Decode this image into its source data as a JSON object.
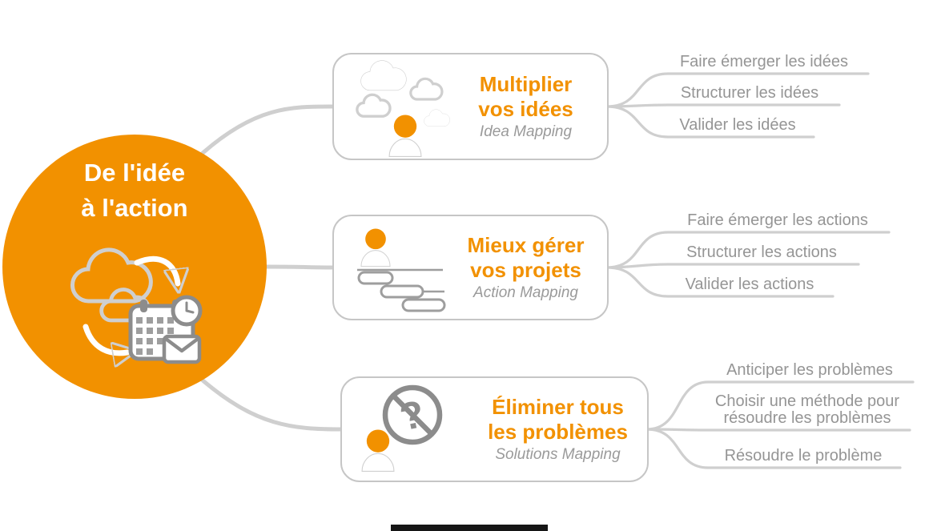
{
  "colors": {
    "accent": "#F29100",
    "leaf_text_gray": "#959595",
    "line_gray": "#cfcfcf",
    "icon_gray": "#8c8c8c"
  },
  "root": {
    "title": "De l'idée\nà l'action"
  },
  "branches": [
    {
      "title": "Multiplier\nvos idées",
      "subtitle": "Idea Mapping",
      "icon": "clouds-person-icon",
      "leaves": [
        "Faire émerger les idées",
        "Structurer les idées",
        "Valider les idées"
      ]
    },
    {
      "title": "Mieux gérer\nvos projets",
      "subtitle": "Action Mapping",
      "icon": "person-gantt-icon",
      "leaves": [
        "Faire émerger les actions",
        "Structurer les actions",
        "Valider les actions"
      ]
    },
    {
      "title": "Éliminer tous\nles problèmes",
      "subtitle": "Solutions Mapping",
      "icon": "person-no-problem-icon",
      "leaves": [
        "Anticiper les problèmes",
        "Choisir une méthode pour\nrésoudre les problèmes",
        "Résoudre le problème"
      ]
    }
  ]
}
